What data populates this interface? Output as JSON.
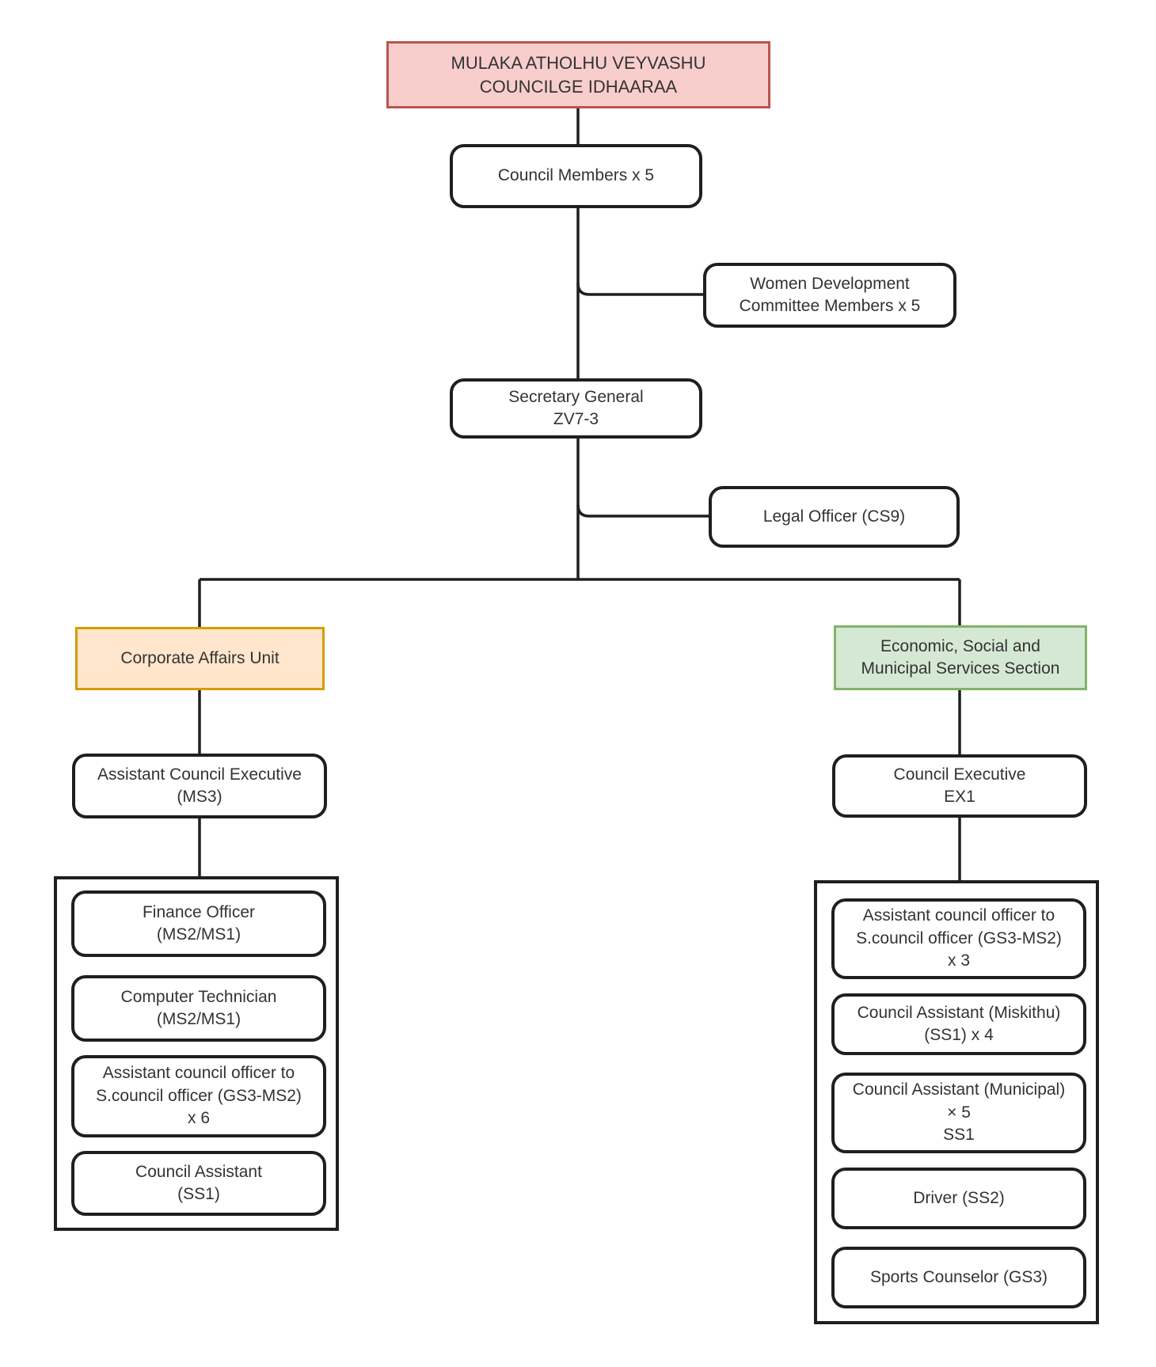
{
  "colors": {
    "root_fill": "#f8cecc",
    "root_border": "#b85450",
    "unit_fill": "#ffe6cc",
    "unit_border": "#d79b00",
    "section_fill": "#d5e8d4",
    "section_border": "#82b366",
    "box_border": "#1f1f1f",
    "text": "#333333",
    "background": "#ffffff"
  },
  "nodes": {
    "root": {
      "text": "MULAKA ATHOLHU VEYVASHU\nCOUNCILGE IDHAARAA"
    },
    "council_members": {
      "text": "Council Members x 5"
    },
    "women_development": {
      "text": "Women Development\nCommittee Members x 5"
    },
    "secretary_general": {
      "text": "Secretary General\nZV7-3"
    },
    "legal_officer": {
      "text": "Legal Officer (CS9)"
    },
    "corporate_affairs_unit": {
      "text": "Corporate Affairs Unit"
    },
    "assistant_council_executive": {
      "text": "Assistant Council Executive\n(MS3)"
    },
    "corporate_staff": [
      {
        "text": "Finance Officer\n(MS2/MS1)"
      },
      {
        "text": "Computer Technician\n(MS2/MS1)"
      },
      {
        "text": "Assistant council officer to\nS.council officer (GS3-MS2)\nx 6"
      },
      {
        "text": "Council Assistant\n(SS1)"
      }
    ],
    "economic_section": {
      "text": "Economic, Social and\nMunicipal Services Section"
    },
    "council_executive": {
      "text": "Council Executive\nEX1"
    },
    "economic_staff": [
      {
        "text": "Assistant council officer to\nS.council officer (GS3-MS2)\nx 3"
      },
      {
        "text": "Council Assistant (Miskithu)\n(SS1) x 4"
      },
      {
        "text": "Council Assistant (Municipal)\n× 5\nSS1"
      },
      {
        "text": "Driver (SS2)"
      },
      {
        "text": "Sports Counselor (GS3)"
      }
    ]
  }
}
